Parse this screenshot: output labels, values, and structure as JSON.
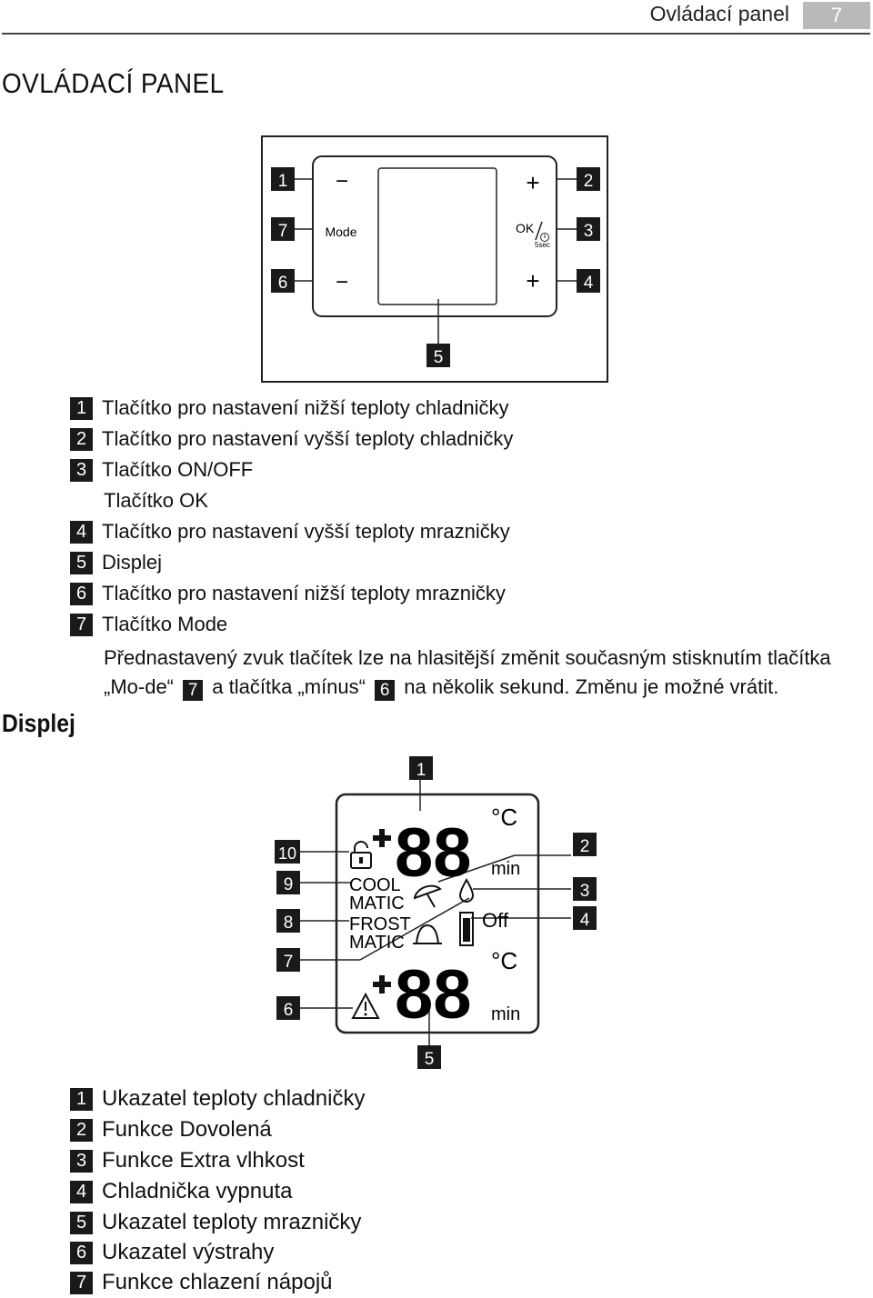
{
  "header": {
    "title": "Ovládací panel",
    "page_number": "7"
  },
  "section_title": "OVLÁDACÍ PANEL",
  "panel_diagram": {
    "callouts": [
      "1",
      "2",
      "7",
      "3",
      "6",
      "4",
      "5"
    ],
    "mode_label": "Mode",
    "ok_label": "OK",
    "sec_label": "5sec",
    "minus_symbol": "−",
    "plus_symbol": "+"
  },
  "panel_legend": [
    {
      "num": "1",
      "text": "Tlačítko pro nastavení nižší teploty chladničky"
    },
    {
      "num": "2",
      "text": "Tlačítko pro nastavení vyšší teploty chladničky"
    },
    {
      "num": "3",
      "text": "Tlačítko ON/OFF"
    },
    {
      "num": "",
      "text": "Tlačítko OK"
    },
    {
      "num": "4",
      "text": "Tlačítko pro nastavení vyšší teploty mrazničky"
    },
    {
      "num": "5",
      "text": "Displej"
    },
    {
      "num": "6",
      "text": "Tlačítko pro nastavení nižší teploty mrazničky"
    },
    {
      "num": "7",
      "text": "Tlačítko Mode"
    }
  ],
  "note": {
    "part1": "Přednastavený zvuk tlačítek lze na hlasitější změnit současným stisknutím tlačítka „Mo-de“",
    "ref1": "7",
    "part2": "a tlačítka „mínus“",
    "ref2": "6",
    "part3": "na několik sekund. Změnu je možné vrátit."
  },
  "display_title": "Displej",
  "display_diagram": {
    "callouts_top": "1",
    "callouts_right": [
      "2",
      "3",
      "4"
    ],
    "callouts_left": [
      "10",
      "9",
      "8",
      "7",
      "6"
    ],
    "callout_bottom": "5",
    "digits": "88",
    "unit_c": "°C",
    "unit_min": "min",
    "off_label": "Off",
    "cool_label": "COOL",
    "matic_label": "MATIC",
    "frost_label": "FROST"
  },
  "display_legend": [
    {
      "num": "1",
      "text": "Ukazatel teploty chladničky"
    },
    {
      "num": "2",
      "text": "Funkce Dovolená"
    },
    {
      "num": "3",
      "text": "Funkce Extra vlhkost"
    },
    {
      "num": "4",
      "text": "Chladnička vypnuta"
    },
    {
      "num": "5",
      "text": "Ukazatel teploty mrazničky"
    },
    {
      "num": "6",
      "text": "Ukazatel výstrahy"
    },
    {
      "num": "7",
      "text": "Funkce chlazení nápojů"
    }
  ]
}
